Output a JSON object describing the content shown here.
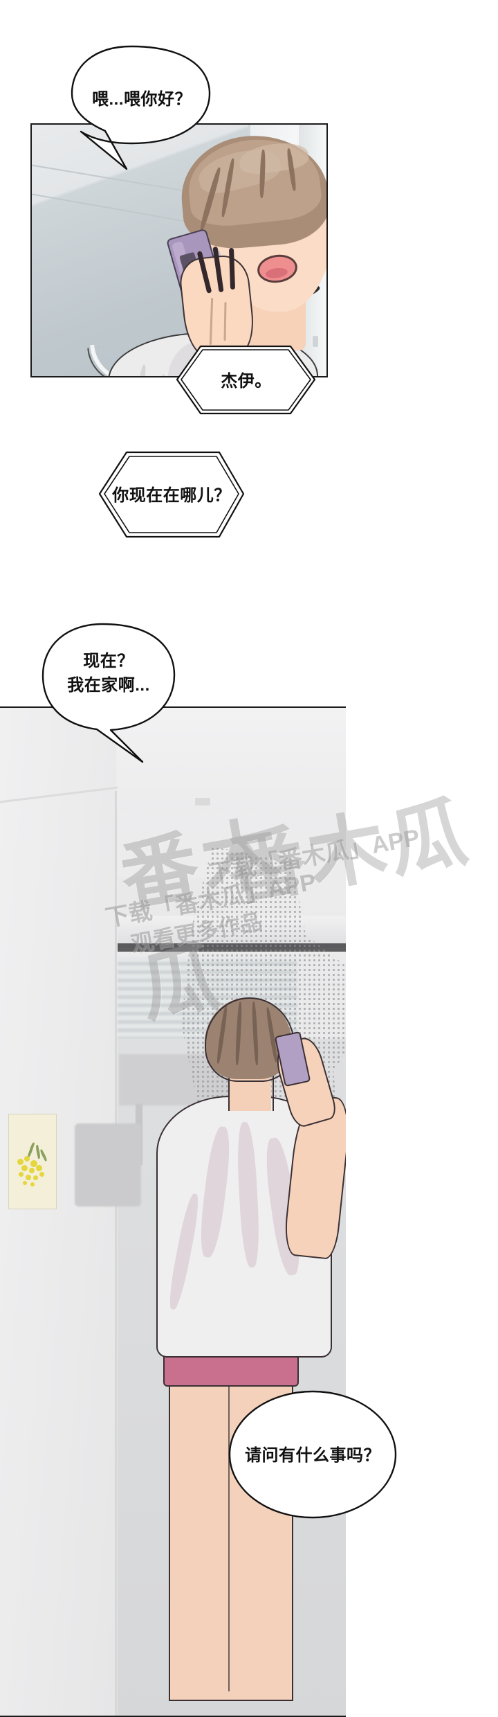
{
  "comic": {
    "title": "webtoon-episode-page",
    "language": "zh-CN",
    "panels": [
      {
        "id": "panel-1",
        "description": "young-man-on-phone-front-view"
      },
      {
        "id": "panel-2",
        "description": "man-on-phone-back-view-in-kitchen"
      }
    ]
  },
  "bubbles": {
    "b1": {
      "text": "喂...喂你好？",
      "shape": "oval",
      "speaker": "jay"
    },
    "b2": {
      "text": "杰伊。",
      "shape": "hexagon-double",
      "speaker": "caller"
    },
    "b3": {
      "text": "你现在在哪儿？",
      "shape": "hexagon-double",
      "speaker": "caller"
    },
    "b4": {
      "text": "现在？\n我在家啊...",
      "shape": "oval",
      "speaker": "jay"
    },
    "b5": {
      "text": "请问有什么事吗？",
      "shape": "oval",
      "speaker": "jay"
    }
  },
  "watermarks": {
    "big": "番木瓜",
    "app": "下载「番木瓜」APP",
    "sub": "观看更多作品"
  },
  "colors": {
    "ink": "#111111",
    "bubble_fill": "#ffffff",
    "skin": "#fbd8c0",
    "hair": "#a98d77",
    "phone": "#a996bd",
    "wall_panel1": "#c9ced2",
    "pants": "#c9708f",
    "mimosa_yellow": "#e4d63c"
  }
}
